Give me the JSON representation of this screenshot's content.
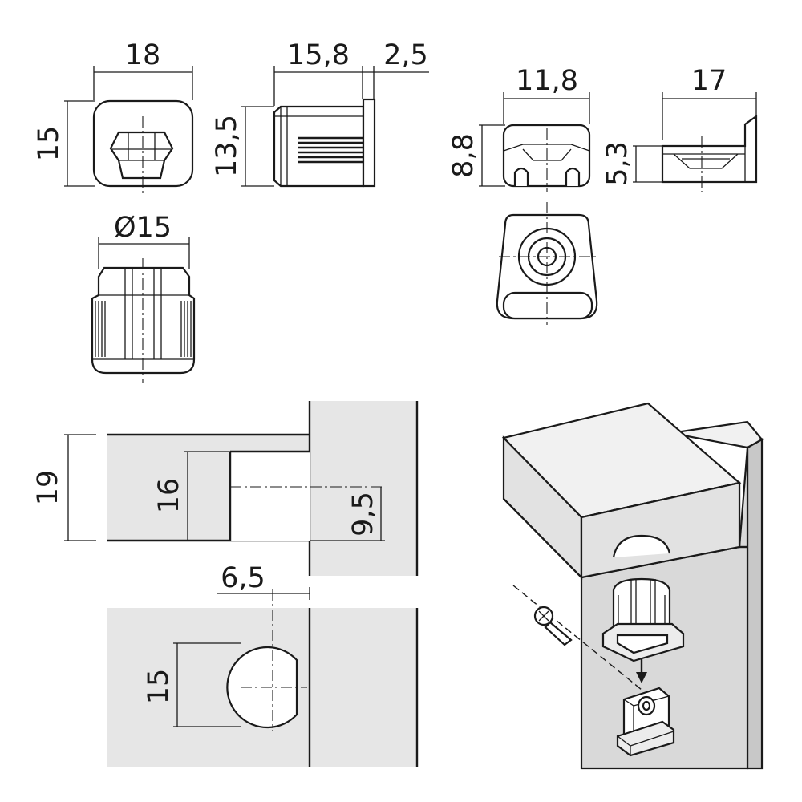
{
  "dimensions": {
    "housing_front_width": "18",
    "housing_front_height": "15",
    "housing_side_length": "15,8",
    "housing_side_flange": "2,5",
    "housing_side_height": "13,5",
    "housing_diameter": "Ø15",
    "clip_front_width": "11,8",
    "clip_front_height": "8,8",
    "clip_side_length": "17",
    "clip_side_height": "5,3",
    "panel_thickness": "19",
    "bore_depth": "16",
    "bore_center_height": "9,5",
    "bore_edge_offset": "6,5",
    "bore_diameter": "15"
  }
}
